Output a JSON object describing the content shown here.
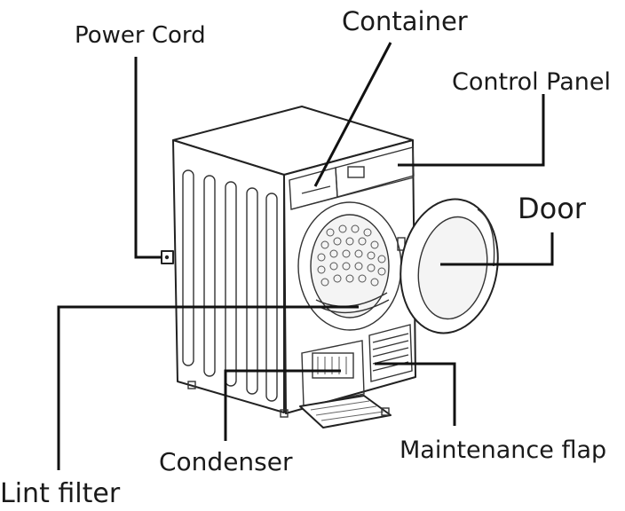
{
  "labels": {
    "power_cord": "Power Cord",
    "container": "Container",
    "control_panel": "Control Panel",
    "door": "Door",
    "lint_filter": "Lint filter",
    "condenser": "Condenser",
    "maintenance_flap": "Maintenance flap"
  }
}
